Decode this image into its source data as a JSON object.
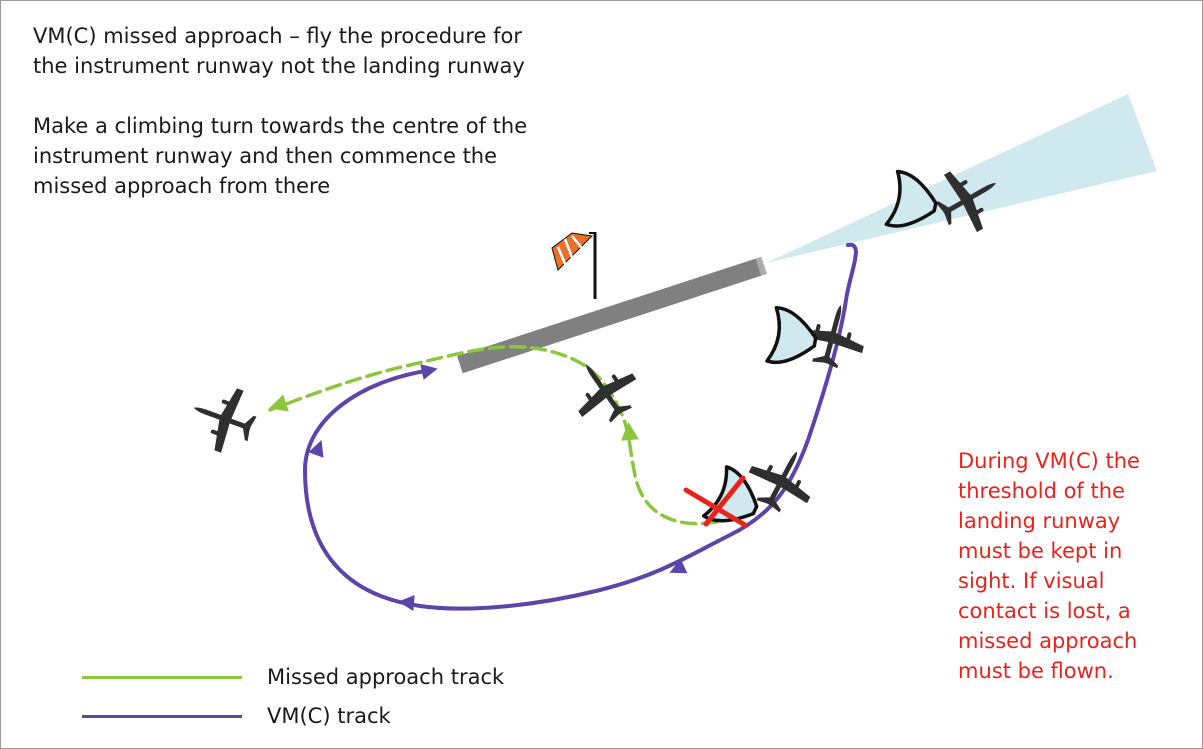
{
  "title_lines": [
    "VM(C) missed approach – fly the procedure for",
    "the instrument runway not the landing runway"
  ],
  "instruction_lines": [
    "Make a climbing turn towards the centre of the",
    "instrument runway and then commence the",
    "missed approach from there"
  ],
  "warning_lines": [
    "During VM(C) the",
    "threshold of the",
    "landing runway",
    "must be kept in",
    "sight.  If visual",
    "contact is lost, a",
    "missed approach",
    "must be flown."
  ],
  "legend": [
    {
      "label": "Missed approach track",
      "color": "#8cc63f",
      "icon": "green-line"
    },
    {
      "label": "VM(C) track",
      "color": "#5b45a8",
      "icon": "purple-line"
    }
  ],
  "colors": {
    "missed_approach_track": "#8cc63f",
    "vmc_track": "#5b45a8",
    "runway": "#808080",
    "approach_light_cone": "#cfe9ef",
    "warning_text": "#e8231c",
    "aircraft": "#2f2f2f",
    "windsock": "#e8702a"
  }
}
